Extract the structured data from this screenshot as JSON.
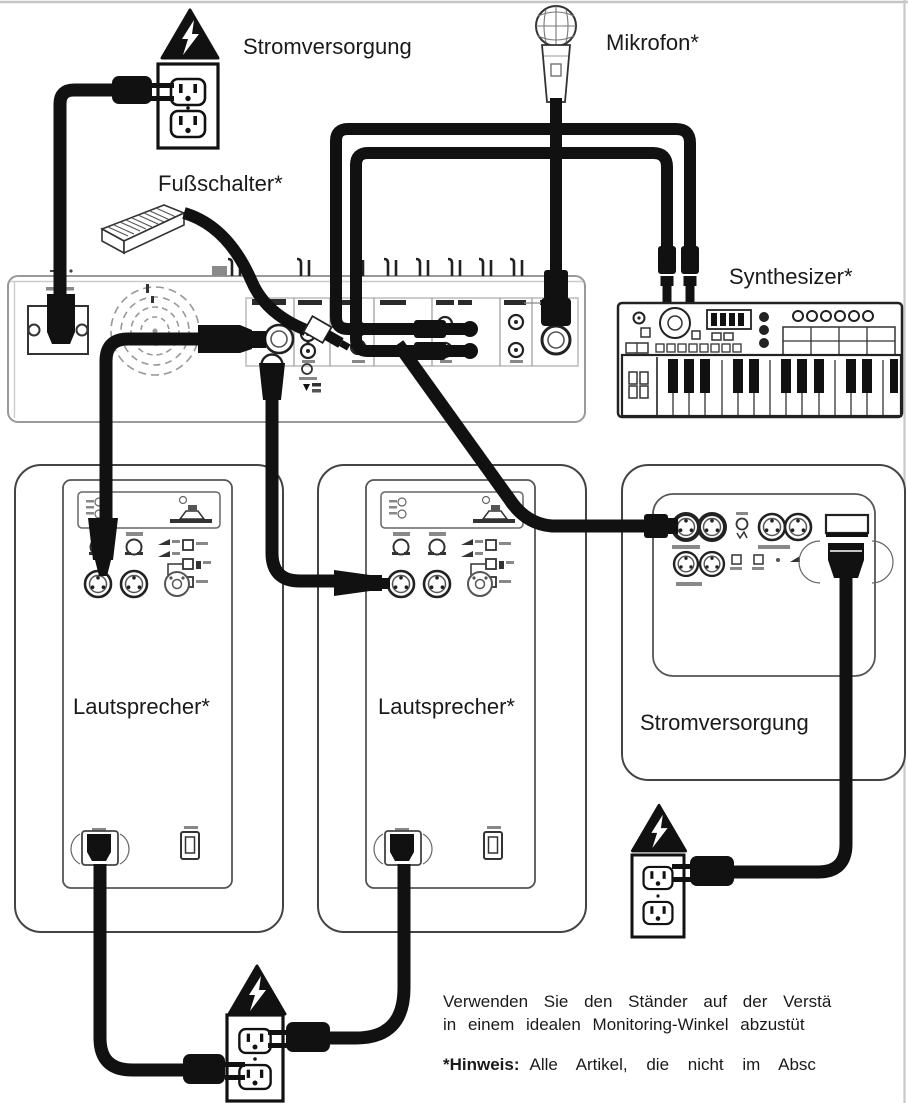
{
  "diagram": {
    "labels": {
      "power_top": "Stromversorgung",
      "footswitch": "Fußschalter*",
      "microphone": "Mikrofon*",
      "synthesizer": "Synthesizer*",
      "speaker_left": "Lautsprecher*",
      "speaker_middle": "Lautsprecher*",
      "subwoofer_power": "Stromversorgung"
    },
    "note": {
      "line1": "Verwenden Sie den Ständer auf der Verstä",
      "line2": "in einem idealen Monitoring-Winkel abzustüt",
      "hinweis_label": "*Hinweis:",
      "hinweis_text": "Alle Artikel, die nicht im Absc"
    },
    "colors": {
      "ink": "#1a1a1a",
      "cable": "#111111",
      "panel_line": "#555555",
      "background": "#ffffff"
    }
  }
}
